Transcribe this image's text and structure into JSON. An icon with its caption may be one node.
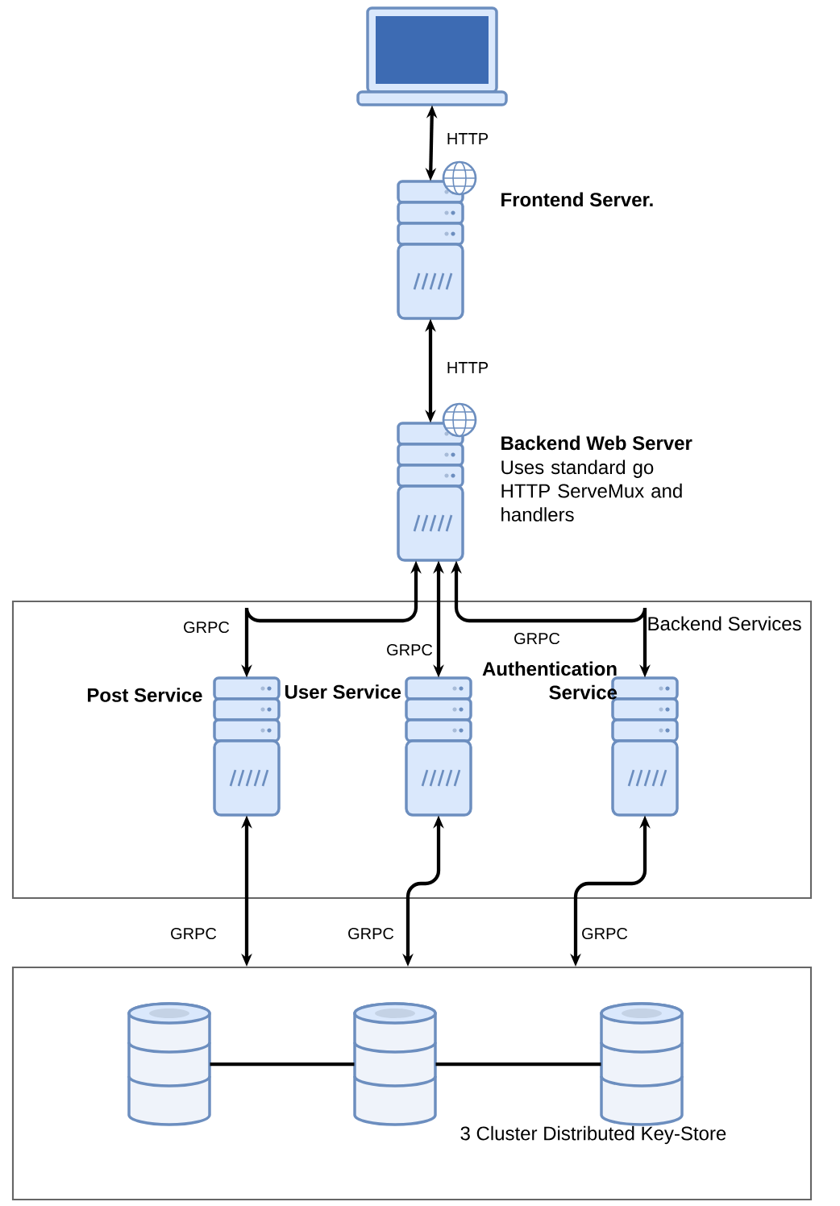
{
  "diagram": {
    "nodes": [
      {
        "text": [],
        "shape": "laptop"
      },
      {
        "text": [
          "Frontend Server."
        ]
      },
      {
        "text": [
          "Backend Web Server",
          "Uses standard go HTTP ServeMux and handlers"
        ]
      },
      {
        "text": [
          "Backend Services"
        ]
      },
      {
        "text": [
          "Post Service"
        ],
        "in": 3
      },
      {
        "text": [
          "User Service"
        ],
        "in": 3
      },
      {
        "text": [
          "Authentication Service"
        ],
        "in": 3
      },
      {
        "text": [
          "3 Cluster Distributed Key-Store"
        ]
      },
      {
        "text": [],
        "shape": "cylinder",
        "in": 7
      },
      {
        "text": [],
        "shape": "cylinder",
        "in": 7
      },
      {
        "text": [],
        "shape": "cylinder",
        "in": 7
      }
    ],
    "edges": [
      {
        "from": 0,
        "to": 1,
        "arrow": "both",
        "label": "HTTP"
      },
      {
        "from": 1,
        "to": 2,
        "arrow": "both",
        "label": "HTTP"
      },
      {
        "from": 2,
        "to": 4,
        "arrow": "both",
        "label": "GRPC"
      },
      {
        "from": 2,
        "to": 5,
        "arrow": "both",
        "label": "GRPC"
      },
      {
        "from": 2,
        "to": 6,
        "arrow": "both",
        "label": "GRPC"
      },
      {
        "from": 4,
        "to": 7,
        "arrow": "both",
        "label": "GRPC"
      },
      {
        "from": 5,
        "to": 7,
        "arrow": "both",
        "label": "GRPC"
      },
      {
        "from": 6,
        "to": 7,
        "arrow": "both",
        "label": "GRPC"
      },
      {
        "from": 8,
        "to": 9,
        "arrow": "none"
      },
      {
        "from": 9,
        "to": 10,
        "arrow": "none"
      }
    ]
  }
}
